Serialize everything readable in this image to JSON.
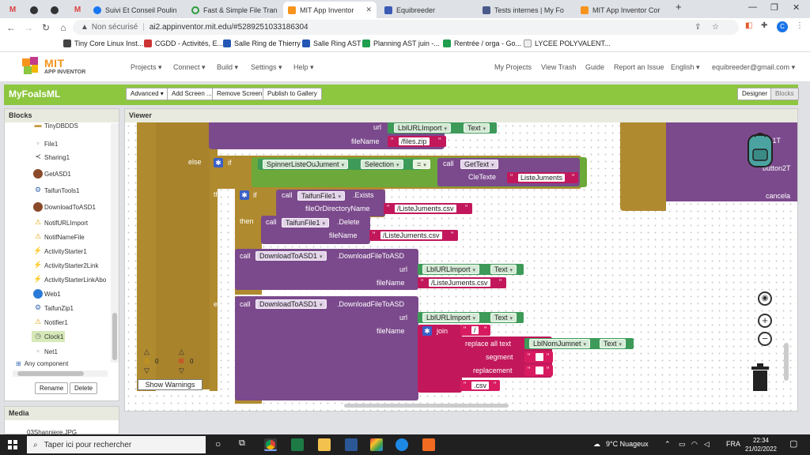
{
  "browser": {
    "tabs": [
      {
        "label": "M",
        "kind": "gmail"
      },
      {
        "label": "",
        "kind": "gh"
      },
      {
        "label": "",
        "kind": "gh"
      },
      {
        "label": "M",
        "kind": "gmail"
      },
      {
        "label": "Suivi Et Conseil Poulin",
        "kind": "fb"
      },
      {
        "label": "Fast & Simple File Tran",
        "kind": "green"
      },
      {
        "label": "MIT App Inventor",
        "kind": "mit",
        "active": true
      },
      {
        "label": "Equibreeder",
        "kind": "eq"
      },
      {
        "label": "Tests internes | My Fo",
        "kind": "doc"
      },
      {
        "label": "MIT App Inventor Cor",
        "kind": "mit"
      }
    ],
    "new_tab": "+",
    "url_warning": "Non sécurisé",
    "url": "ai2.appinventor.mit.edu/#5289251033186304",
    "profile_letter": "C",
    "bookmarks": [
      "Tiny Core Linux Inst...",
      "CGDD - Activités, E...",
      "Salle Ring de Thierry",
      "Salle Ring AST",
      "Planning AST juin -...",
      "Rentrée / orga - Go...",
      "LYCEE POLYVALENT..."
    ]
  },
  "app": {
    "logo_mit": "MIT",
    "logo_sub": "APP INVENTOR",
    "menu": [
      "Projects ▾",
      "Connect ▾",
      "Build ▾",
      "Settings ▾",
      "Help ▾"
    ],
    "right_menu": [
      "My Projects",
      "View Trash",
      "Guide",
      "Report an Issue",
      "English ▾",
      "equibreeder@gmail.com ▾"
    ],
    "project_name": "MyFoalsML",
    "toolbar_buttons": [
      "Advanced ▾",
      "Add Screen ...",
      "Remove Screen",
      "Publish to Gallery"
    ],
    "designer_label": "Designer",
    "blocks_label": "Blocks"
  },
  "blocks_panel": {
    "title": "Blocks",
    "items": [
      {
        "label": "TinyDBDDS",
        "icon": "db-icon"
      },
      {
        "label": "File1",
        "icon": "file-icon"
      },
      {
        "label": "Sharing1",
        "icon": "share-icon"
      },
      {
        "label": "GetASD1",
        "icon": "extension-icon"
      },
      {
        "label": "TaifunTools1",
        "icon": "tools-icon"
      },
      {
        "label": "DownloadToASD1",
        "icon": "extension-icon"
      },
      {
        "label": "NotifURLImport",
        "icon": "notifier-icon"
      },
      {
        "label": "NotifNameFile",
        "icon": "notifier-icon"
      },
      {
        "label": "ActivityStarter1",
        "icon": "activity-icon"
      },
      {
        "label": "ActivityStarter2Link",
        "icon": "activity-icon"
      },
      {
        "label": "ActivityStarterLinkAbo",
        "icon": "activity-icon"
      },
      {
        "label": "Web1",
        "icon": "web-icon"
      },
      {
        "label": "TaifunZip1",
        "icon": "zip-icon"
      },
      {
        "label": "Notifier1",
        "icon": "notifier-icon"
      },
      {
        "label": "Clock1",
        "icon": "clock-icon",
        "selected": true
      },
      {
        "label": "Net1",
        "icon": "net-icon"
      }
    ],
    "any_component": "Any component",
    "rename": "Rename",
    "delete": "Delete"
  },
  "media_panel": {
    "title": "Media",
    "item": "03Shanniere.JPG"
  },
  "viewer": {
    "title": "Viewer",
    "warnings_count": "0",
    "errors_count": "0",
    "show_warnings": "Show Warnings",
    "blocks": {
      "url_kw": "url",
      "lblurlimport": "LblURLImport",
      "text_prop": "Text",
      "filename_kw": "fileName",
      "files_zip": "/files.zip",
      "else_kw": "else",
      "if_kw": "if",
      "spinner": "SpinnerListeOuJument",
      "selection": "Selection",
      "eq_op": "=",
      "call_kw": "call",
      "gettext": "GetText",
      "cletexte": "CleTexte",
      "listejuments": "ListeJuments",
      "then_kw": "then",
      "taifunfile": "TaifunFile1",
      "exists": ".Exists",
      "filedir_kw": "fileOrDirectoryName",
      "listejuments_csv": "/ListeJuments.csv",
      "delete_m": ".Delete",
      "downloadtoasd": "DownloadToASD1",
      "downloadfiletoasd": ".DownloadFileToASD",
      "listejuments_csv2": "/ListeJuments.csv",
      "join_kw": "join",
      "slash": "/",
      "replace_all": "replace all text",
      "lblnomjumnet": "LblNomJumnet",
      "segment_kw": "segment",
      "replacement_kw": "replacement",
      "csv_ext": ".csv",
      "button1": "ton1T",
      "button2": "button2T",
      "cancel": "cancela"
    }
  },
  "taskbar": {
    "search_placeholder": "Taper ici pour rechercher",
    "weather": "9°C  Nuageux",
    "lang": "FRA",
    "time": "22:34",
    "date": "21/02/2022"
  },
  "colors": {
    "accent_green": "#8dc63f",
    "procedure_purple": "#7b4a8c",
    "control_gold": "#b08a2e",
    "component_green": "#3d9a58",
    "text_magenta": "#c2185b",
    "logic_green": "#6ca83a"
  }
}
